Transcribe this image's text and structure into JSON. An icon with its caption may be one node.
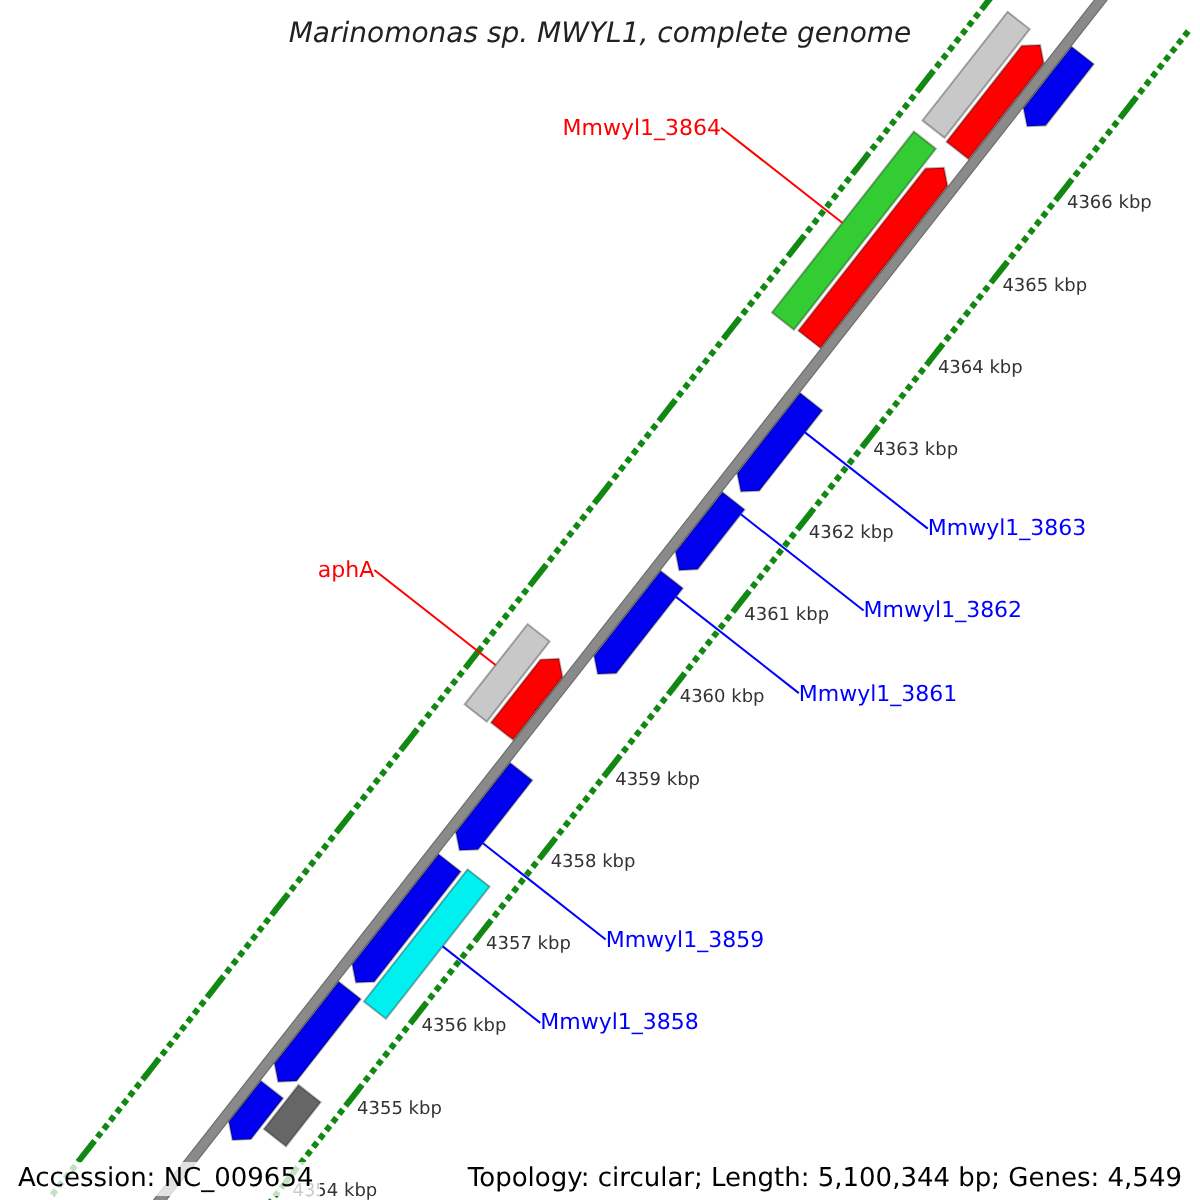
{
  "diagram": {
    "title": "Marinomonas sp. MWYL1, complete genome",
    "nodes": [
      {
        "text": [
          "Mmwyl1_3864"
        ]
      },
      {
        "text": [
          "aphA"
        ]
      },
      {
        "text": [
          "Mmwyl1_3863"
        ]
      },
      {
        "text": [
          "Mmwyl1_3862"
        ]
      },
      {
        "text": [
          "Mmwyl1_3861"
        ]
      },
      {
        "text": [
          "Mmwyl1_3859"
        ]
      },
      {
        "text": [
          "Mmwyl1_3858"
        ]
      },
      {
        "text": [],
        "shape": "bar"
      },
      {
        "text": [],
        "shape": "bar"
      },
      {
        "text": [],
        "shape": "bar"
      },
      {
        "text": [],
        "shape": "bar"
      },
      {
        "text": [],
        "shape": "bar"
      },
      {
        "text": [],
        "shape": "bar"
      },
      {
        "text": [],
        "shape": "bar"
      },
      {
        "text": [],
        "shape": "bar"
      },
      {
        "text": [],
        "shape": "bar"
      },
      {
        "text": [],
        "shape": "bar"
      },
      {
        "text": [],
        "shape": "bar"
      },
      {
        "text": [],
        "shape": "bar"
      },
      {
        "text": [],
        "shape": "bar"
      },
      {
        "text": [],
        "shape": "bar"
      },
      {
        "text": [],
        "shape": "bar"
      },
      {
        "text": [],
        "shape": "bar"
      }
    ],
    "edges": [
      {
        "from": 0,
        "to": 10,
        "arrow": "none",
        "color": "#ff0000"
      },
      {
        "from": 1,
        "to": 15,
        "arrow": "none",
        "color": "#ff0000"
      },
      {
        "from": 2,
        "to": 12,
        "arrow": "none"
      },
      {
        "from": 3,
        "to": 13,
        "arrow": "none"
      },
      {
        "from": 4,
        "to": 14,
        "arrow": "none"
      },
      {
        "from": 5,
        "to": 17,
        "arrow": "none"
      },
      {
        "from": 6,
        "to": 19,
        "arrow": "none"
      }
    ],
    "labels": [
      "4366 kbp",
      "4365 kbp",
      "4364 kbp",
      "4363 kbp",
      "4362 kbp",
      "4361 kbp",
      "4360 kbp",
      "4359 kbp",
      "4358 kbp",
      "4357 kbp",
      "4356 kbp",
      "4355 kbp",
      "4354 kbp",
      "Accession: NC_009654",
      "Topology: circular; Length: 5,100,344 bp; Genes: 4,549"
    ]
  }
}
